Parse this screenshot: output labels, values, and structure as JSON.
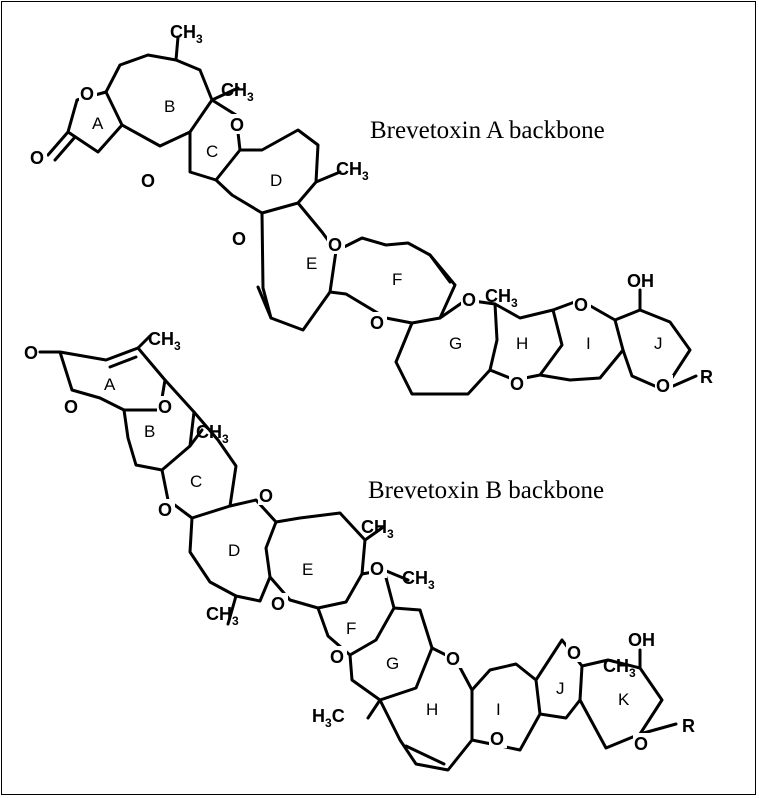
{
  "captions": {
    "a": "Brevetoxin A backbone",
    "b": "Brevetoxin B backbone"
  },
  "atoms": {
    "o": "O",
    "oh": "OH",
    "r": "R",
    "ch": "CH",
    "ch_sub": "3",
    "hc_h": "H",
    "hc_sub": "3",
    "hc_c": "C"
  },
  "rings_a": [
    "A",
    "B",
    "C",
    "D",
    "E",
    "F",
    "G",
    "H",
    "I",
    "J"
  ],
  "rings_b": [
    "A",
    "B",
    "C",
    "D",
    "E",
    "F",
    "G",
    "H",
    "I",
    "J",
    "K"
  ],
  "colors": {
    "ink": "#000000",
    "background": "#ffffff"
  }
}
